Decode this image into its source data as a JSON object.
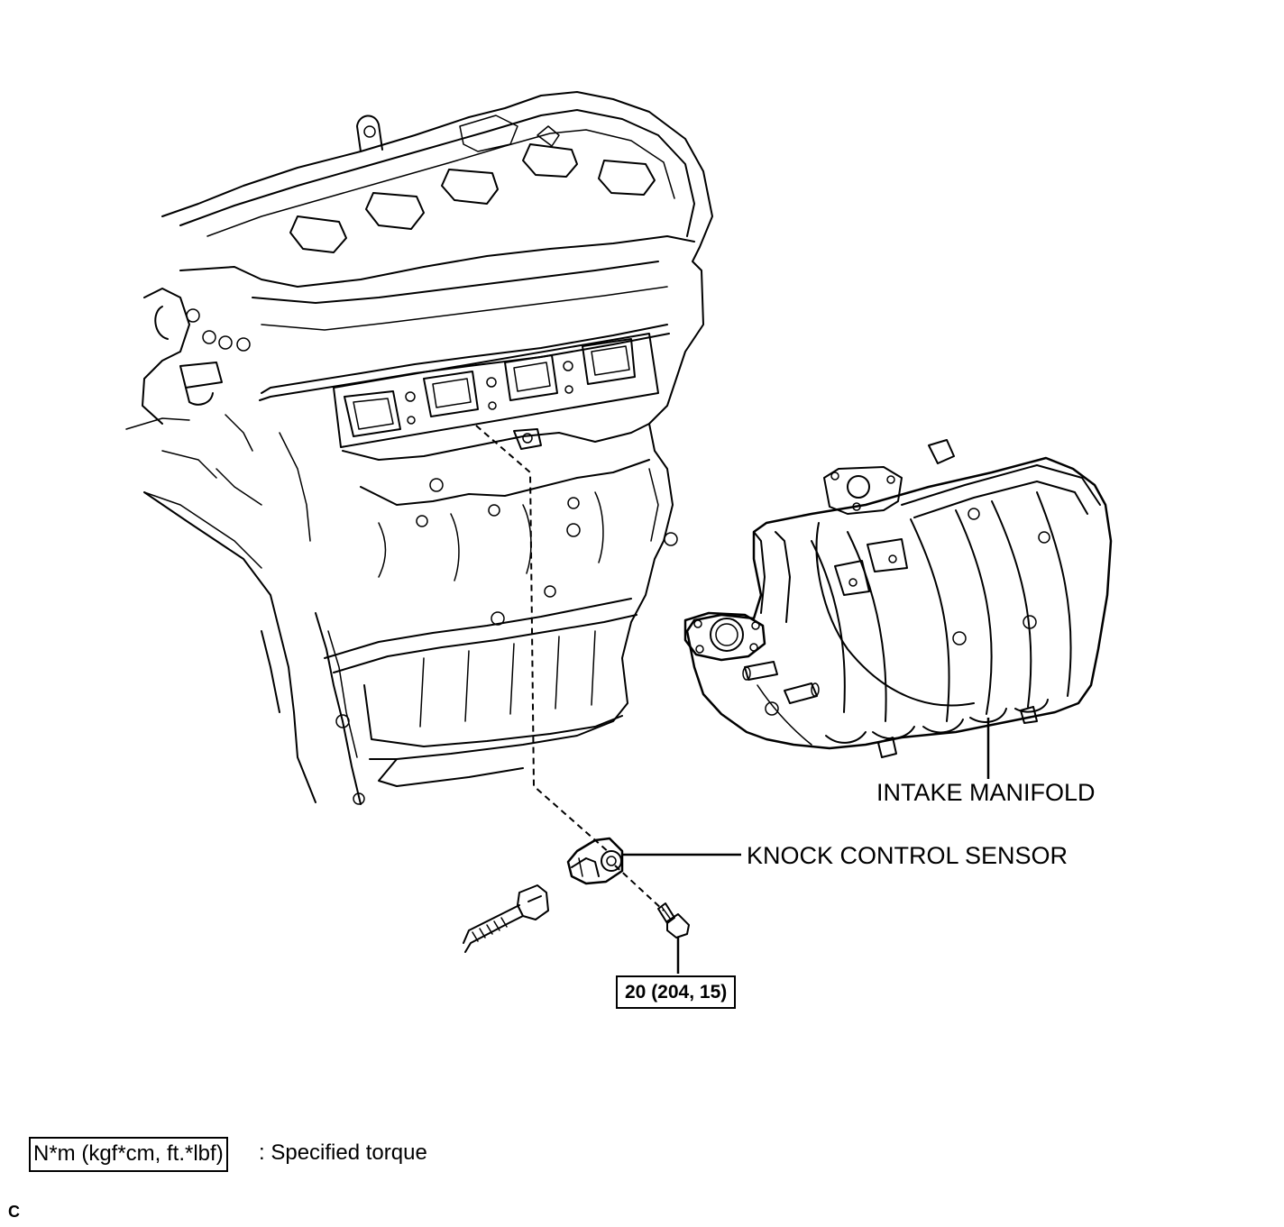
{
  "labels": {
    "intake_manifold": "INTAKE MANIFOLD",
    "knock_control_sensor": "KNOCK CONTROL SENSOR"
  },
  "torque": {
    "bolt_value": "20 (204, 15)"
  },
  "legend": {
    "unit_box": "N*m (kgf*cm, ft.*lbf)",
    "description": ": Specified torque"
  },
  "footer": {
    "letter": "C"
  }
}
